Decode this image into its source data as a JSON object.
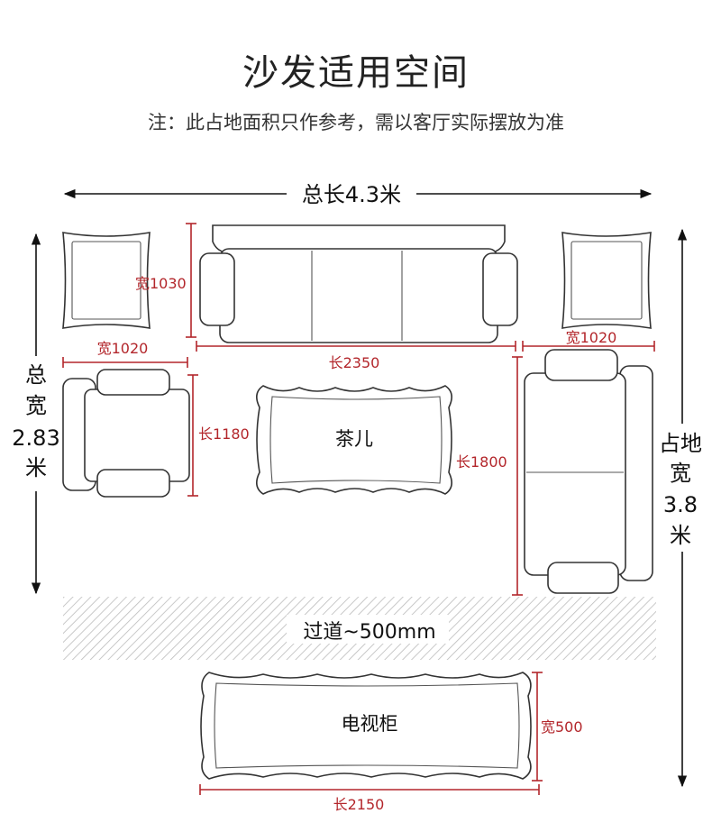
{
  "header": {
    "title": "沙发适用空间",
    "note": "注：此占地面积只作参考，需以客厅实际摆放为准"
  },
  "dimensions": {
    "total_length": "总长4.3米",
    "total_width_line1": "总",
    "total_width_line2": "宽",
    "total_width_line3": "2.83",
    "total_width_line4": "米",
    "footprint_line1": "占地",
    "footprint_line2": "宽",
    "footprint_line3": "3.8",
    "footprint_line4": "米",
    "sofa_depth": "宽1030",
    "sofa_length": "长2350",
    "armchair_width": "宽1020",
    "armchair_length": "长1180",
    "side_width": "宽1020",
    "side_length": "长1800",
    "tv_width": "宽500",
    "tv_length": "长2150"
  },
  "labels": {
    "coffee_table": "茶儿",
    "walkway": "过道~500mm",
    "tv_cabinet": "电视柜"
  },
  "colors": {
    "accent_red": "#b3262b",
    "line_dark": "#333333",
    "text": "#111111"
  }
}
